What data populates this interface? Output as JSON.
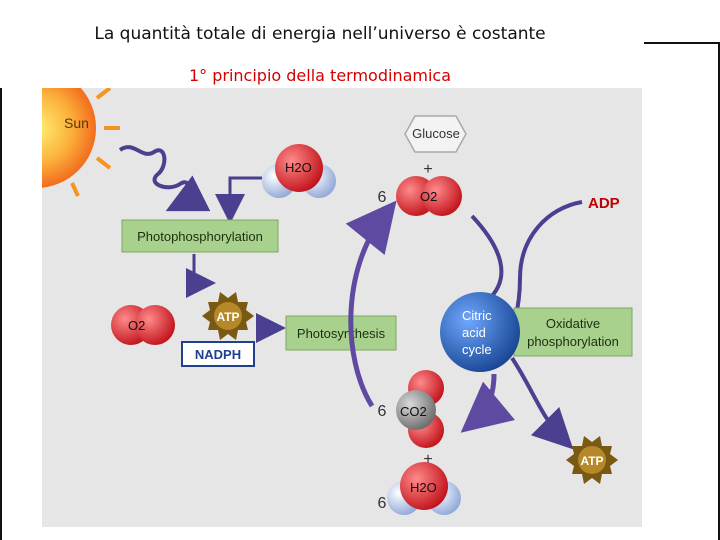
{
  "header": {
    "title": "La quantità totale di energia nell’universo è costante",
    "subtitle": "1° principio della termodinamica"
  },
  "diagram": {
    "sun_label": "Sun",
    "glucose_label": "Glucose",
    "plus_top": "+",
    "plus_bottom": "+",
    "coef_o2": "6",
    "coef_co2": "6",
    "coef_h2o": "6",
    "water_label": "H2O",
    "oxygen_label": "O2",
    "co2_label": "CO2",
    "adp_label": "ADP",
    "atp_label": "ATP",
    "nadph_label": "NADPH",
    "photophosphorylation_label": "Photophosphorylation",
    "photosynthesis_label": "Photosynthesis",
    "citric_line1": "Citric",
    "citric_line2": "acid",
    "citric_line3": "cycle",
    "oxidative_line1": "Oxidative",
    "oxidative_line2": "phosphorylation"
  },
  "colors": {
    "background": "#e6e6e6",
    "box_green": "#a9d18e",
    "citric_blue": "#1f5fb0",
    "arrow_purple": "#5e4aa0",
    "adp_red": "#c00000",
    "subtitle_red": "#d40000",
    "sun_orange": "#f7941d",
    "atp_gear": "#8a6a1a"
  }
}
